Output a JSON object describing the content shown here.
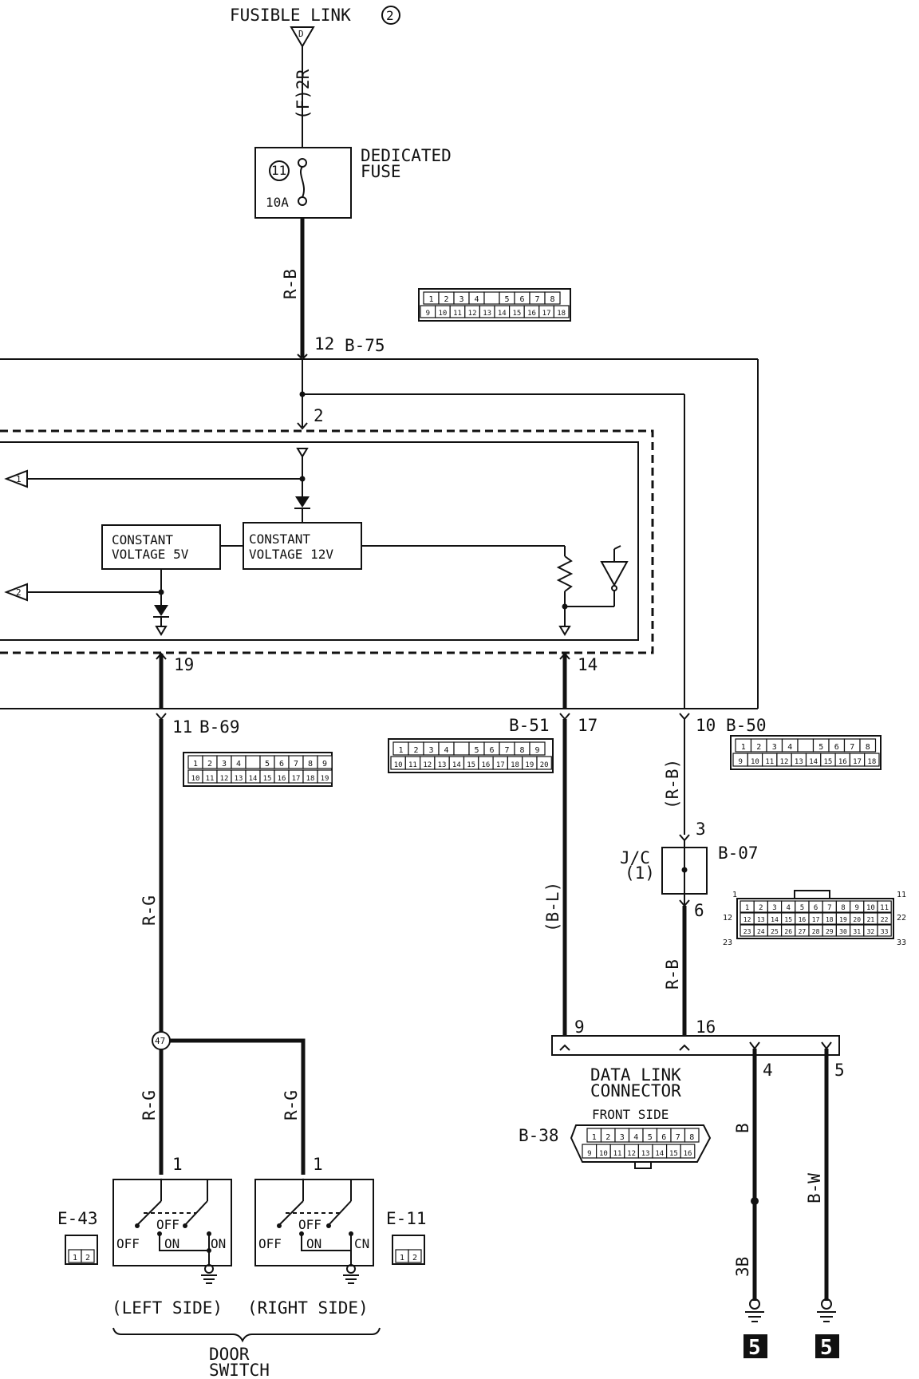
{
  "labels": {
    "fusible_link": "FUSIBLE LINK",
    "fusible_link_num": "2",
    "fuse_marker": "D",
    "wire_f2r": "(F)2R",
    "dedicated_fuse_1": "DEDICATED",
    "dedicated_fuse_2": "FUSE",
    "fuse_no": "11",
    "fuse_amp": "10A",
    "wire_rb_top": "R-B",
    "pin12": "12",
    "conn_b75": "B-75",
    "pin2": "2",
    "ref1": "1",
    "ref2": "2",
    "cv5_1": "CONSTANT",
    "cv5_2": "VOLTAGE 5V",
    "cv12_1": "CONSTANT",
    "cv12_2": "VOLTAGE 12V",
    "pin19": "19",
    "pin14": "14",
    "pin11": "11",
    "conn_b69": "B-69",
    "conn_b51": "B-51",
    "pin17": "17",
    "pin10": "10",
    "conn_b50": "B-50",
    "wire_rb_paren": "(R-B)",
    "pin3": "3",
    "jc_1": "J/C",
    "jc_2": "(1)",
    "conn_b07": "B-07",
    "pin6": "6",
    "wire_rg_main": "R-G",
    "wire_bl": "(B-L)",
    "wire_rb_mid": "R-B",
    "junction47": "47",
    "wire_rg_left": "R-G",
    "wire_rg_right": "R-G",
    "pin9": "9",
    "pin16": "16",
    "pin4": "4",
    "pin5": "5",
    "dlc_1": "DATA LINK",
    "dlc_2": "CONNECTOR",
    "front_side": "FRONT SIDE",
    "conn_b38": "B-38",
    "wire_b": "B",
    "wire_bw": "B-W",
    "ground_3b": "3B",
    "pin1_left": "1",
    "pin1_right": "1",
    "conn_e43": "E-43",
    "conn_e11": "E-11",
    "sw_off_top": "OFF",
    "sw_off": "OFF",
    "sw_on": "ON",
    "sw_on2": "ON",
    "sw_off_top_r": "OFF",
    "sw_off_r": "OFF",
    "sw_on_r": "ON",
    "sw_on2_r": "CN",
    "left_side": "(LEFT SIDE)",
    "right_side": "(RIGHT SIDE)",
    "door_1": "DOOR",
    "door_2": "SWITCH",
    "ground_5a": "5",
    "ground_5b": "5"
  },
  "connectors": {
    "b75_top": [
      "1",
      "2",
      "3",
      "4",
      "",
      "5",
      "6",
      "7",
      "8"
    ],
    "b75_bot": [
      "9",
      "10",
      "11",
      "12",
      "13",
      "14",
      "15",
      "16",
      "17",
      "18"
    ],
    "b69_top": [
      "1",
      "2",
      "3",
      "4",
      "",
      "5",
      "6",
      "7",
      "8",
      "9"
    ],
    "b69_bot": [
      "10",
      "11",
      "12",
      "13",
      "14",
      "15",
      "16",
      "17",
      "18",
      "19"
    ],
    "b51_top": [
      "1",
      "2",
      "3",
      "4",
      "",
      "5",
      "6",
      "7",
      "8",
      "9"
    ],
    "b51_bot": [
      "10",
      "11",
      "12",
      "13",
      "14",
      "15",
      "16",
      "17",
      "18",
      "19",
      "20"
    ],
    "b50_top": [
      "1",
      "2",
      "3",
      "4",
      "",
      "5",
      "6",
      "7",
      "8"
    ],
    "b50_bot": [
      "9",
      "10",
      "11",
      "12",
      "13",
      "14",
      "15",
      "16",
      "17",
      "18"
    ],
    "b07_r1": [
      "1",
      "2",
      "3",
      "4",
      "5",
      "6",
      "7",
      "8",
      "9",
      "10",
      "11"
    ],
    "b07_r2": [
      "12",
      "13",
      "14",
      "15",
      "16",
      "17",
      "18",
      "19",
      "20",
      "21",
      "22"
    ],
    "b07_r3": [
      "23",
      "24",
      "25",
      "26",
      "27",
      "28",
      "29",
      "30",
      "31",
      "32",
      "33"
    ],
    "b07_side": [
      "1",
      "11",
      "12",
      "22",
      "23",
      "33"
    ],
    "b38_top": [
      "1",
      "2",
      "3",
      "4",
      "5",
      "6",
      "7",
      "8"
    ],
    "b38_bot": [
      "9",
      "10",
      "11",
      "12",
      "13",
      "14",
      "15",
      "16"
    ],
    "e43_pins": [
      "1",
      "2"
    ],
    "e11_pins": [
      "1",
      "2"
    ]
  }
}
